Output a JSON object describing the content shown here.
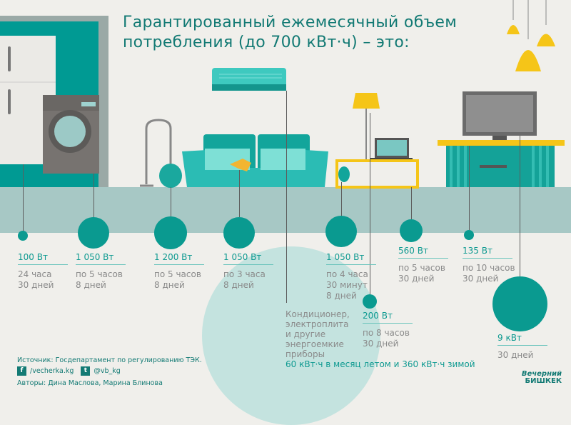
{
  "title": {
    "line1": "Гарантированный ежемесячный объем",
    "line2": "потребления (до 700 кВт·ч) – это:"
  },
  "colors": {
    "teal": "#0a9a90",
    "floor": "#a7c8c5",
    "bg": "#f0efeb",
    "accent_yellow": "#f5c518",
    "light_circle": "#c4e3df"
  },
  "appliances": [
    {
      "power": "100 Вт",
      "desc": [
        "24 часа",
        "30 дней"
      ]
    },
    {
      "power": "1 050 Вт",
      "desc": [
        "по 5 часов",
        "8 дней"
      ]
    },
    {
      "power": "1 200 Вт",
      "desc": [
        "по 5 часов",
        "8 дней"
      ]
    },
    {
      "power": "1 050 Вт",
      "desc": [
        "по 3 часа",
        "8 дней"
      ]
    },
    {
      "power": "1 050 Вт",
      "desc": [
        "по 4 часа",
        "30 минут",
        "8 дней"
      ]
    },
    {
      "power": "200 Вт",
      "desc": [
        "по 8 часов",
        "30 дней"
      ]
    },
    {
      "power": "560 Вт",
      "desc": [
        "по 5 часов",
        "30 дней"
      ]
    },
    {
      "power": "135 Вт",
      "desc": [
        "по 10 часов",
        "30 дней"
      ]
    },
    {
      "power": "9 кВт",
      "desc": [
        "30 дней"
      ]
    }
  ],
  "heavy": {
    "text": [
      "Кондиционер,",
      "электроплита",
      "и другие",
      "энергоемкие",
      "приборы"
    ],
    "note": "60 кВт·ч в месяц летом и 360 кВт·ч зимой"
  },
  "footer": {
    "source": "Источник: Госдепартамент по регулированию ТЭК.",
    "facebook": "/vecherka.kg",
    "twitter": "@vb_kg",
    "authors": "Авторы: Дина Маслова, Марина Блинова"
  },
  "logo": {
    "line1": "Вечерний",
    "line2": "БИШКЕК"
  },
  "icons": {
    "facebook": "f",
    "twitter": "t"
  }
}
